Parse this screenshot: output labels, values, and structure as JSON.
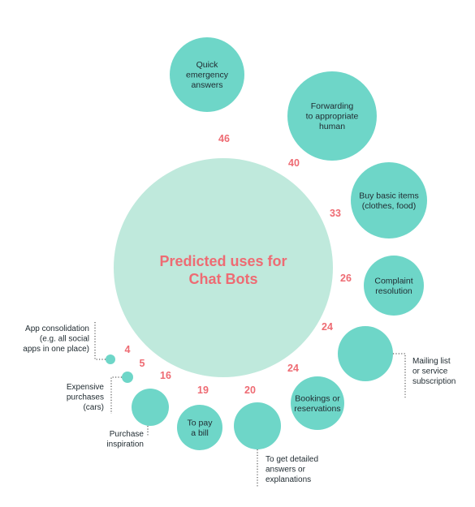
{
  "chart_data": {
    "type": "bubble",
    "title": "Predicted uses for Chat Bots",
    "colors": {
      "bubble": "#6ed6c8",
      "center": "#bfe9dc",
      "value": "#ee6b73",
      "text": "#1f2a30"
    },
    "items": [
      {
        "label": "Quick emergency answers",
        "value": 46
      },
      {
        "label": "Forwarding to appropriate human",
        "value": 40
      },
      {
        "label": "Buy basic items (clothes, food)",
        "value": 33
      },
      {
        "label": "Complaint resolution",
        "value": 26
      },
      {
        "label": "Mailing list or service subscription",
        "value": 24
      },
      {
        "label": "Bookings or reservations",
        "value": 24
      },
      {
        "label": "To get detailed answers or explanations",
        "value": 20
      },
      {
        "label": "To pay a bill",
        "value": 19
      },
      {
        "label": "Purchase inspiration",
        "value": 16
      },
      {
        "label": "Expensive purchases (cars)",
        "value": 5
      },
      {
        "label": "App consolidation (e.g. all social apps in one place)",
        "value": 4
      }
    ]
  }
}
